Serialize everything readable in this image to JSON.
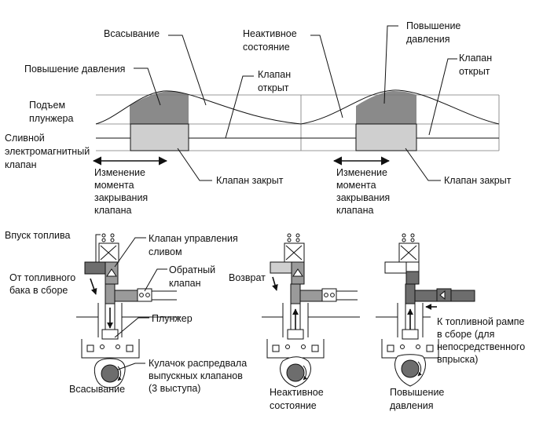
{
  "timing": {
    "plunger_lift": [
      "Подъем",
      "плунжера"
    ],
    "spill_valve": [
      "Сливной",
      "электромагнитный",
      "клапан"
    ],
    "suction": "Всасывание",
    "pressure_rise_left": "Повышение давления",
    "inactive": [
      "Неактивное",
      "состояние"
    ],
    "pressure_rise_right": [
      "Повышение",
      "давления"
    ],
    "valve_open_mid": [
      "Клапан",
      "открыт"
    ],
    "valve_open_right": [
      "Клапан",
      "открыт"
    ],
    "valve_closed_left": "Клапан закрыт",
    "valve_closed_right": "Клапан закрыт",
    "timing_change_left": [
      "Изменение",
      "момента",
      "закрывания",
      "клапана"
    ],
    "timing_change_right": [
      "Изменение",
      "момента",
      "закрывания",
      "клапана"
    ]
  },
  "pump": {
    "fuel_inlet": "Впуск топлива",
    "from_tank": [
      "От топливного",
      "бака в сборе"
    ],
    "spill_control_valve": [
      "Клапан управления",
      "сливом"
    ],
    "check_valve": [
      "Обратный",
      "клапан"
    ],
    "plunger": "Плунжер",
    "cam": [
      "Кулачок распредвала",
      "выпускных клапанов",
      "(3 выступа)"
    ],
    "return": "Возврат",
    "to_fuel_rail": [
      "К топливной рампе",
      "в сборе (для",
      "непосредственного",
      "впрыска)"
    ],
    "stage_suction": "Всасывание",
    "stage_inactive": [
      "Неактивное",
      "состояние"
    ],
    "stage_pressure": [
      "Повышение",
      "давления"
    ]
  }
}
